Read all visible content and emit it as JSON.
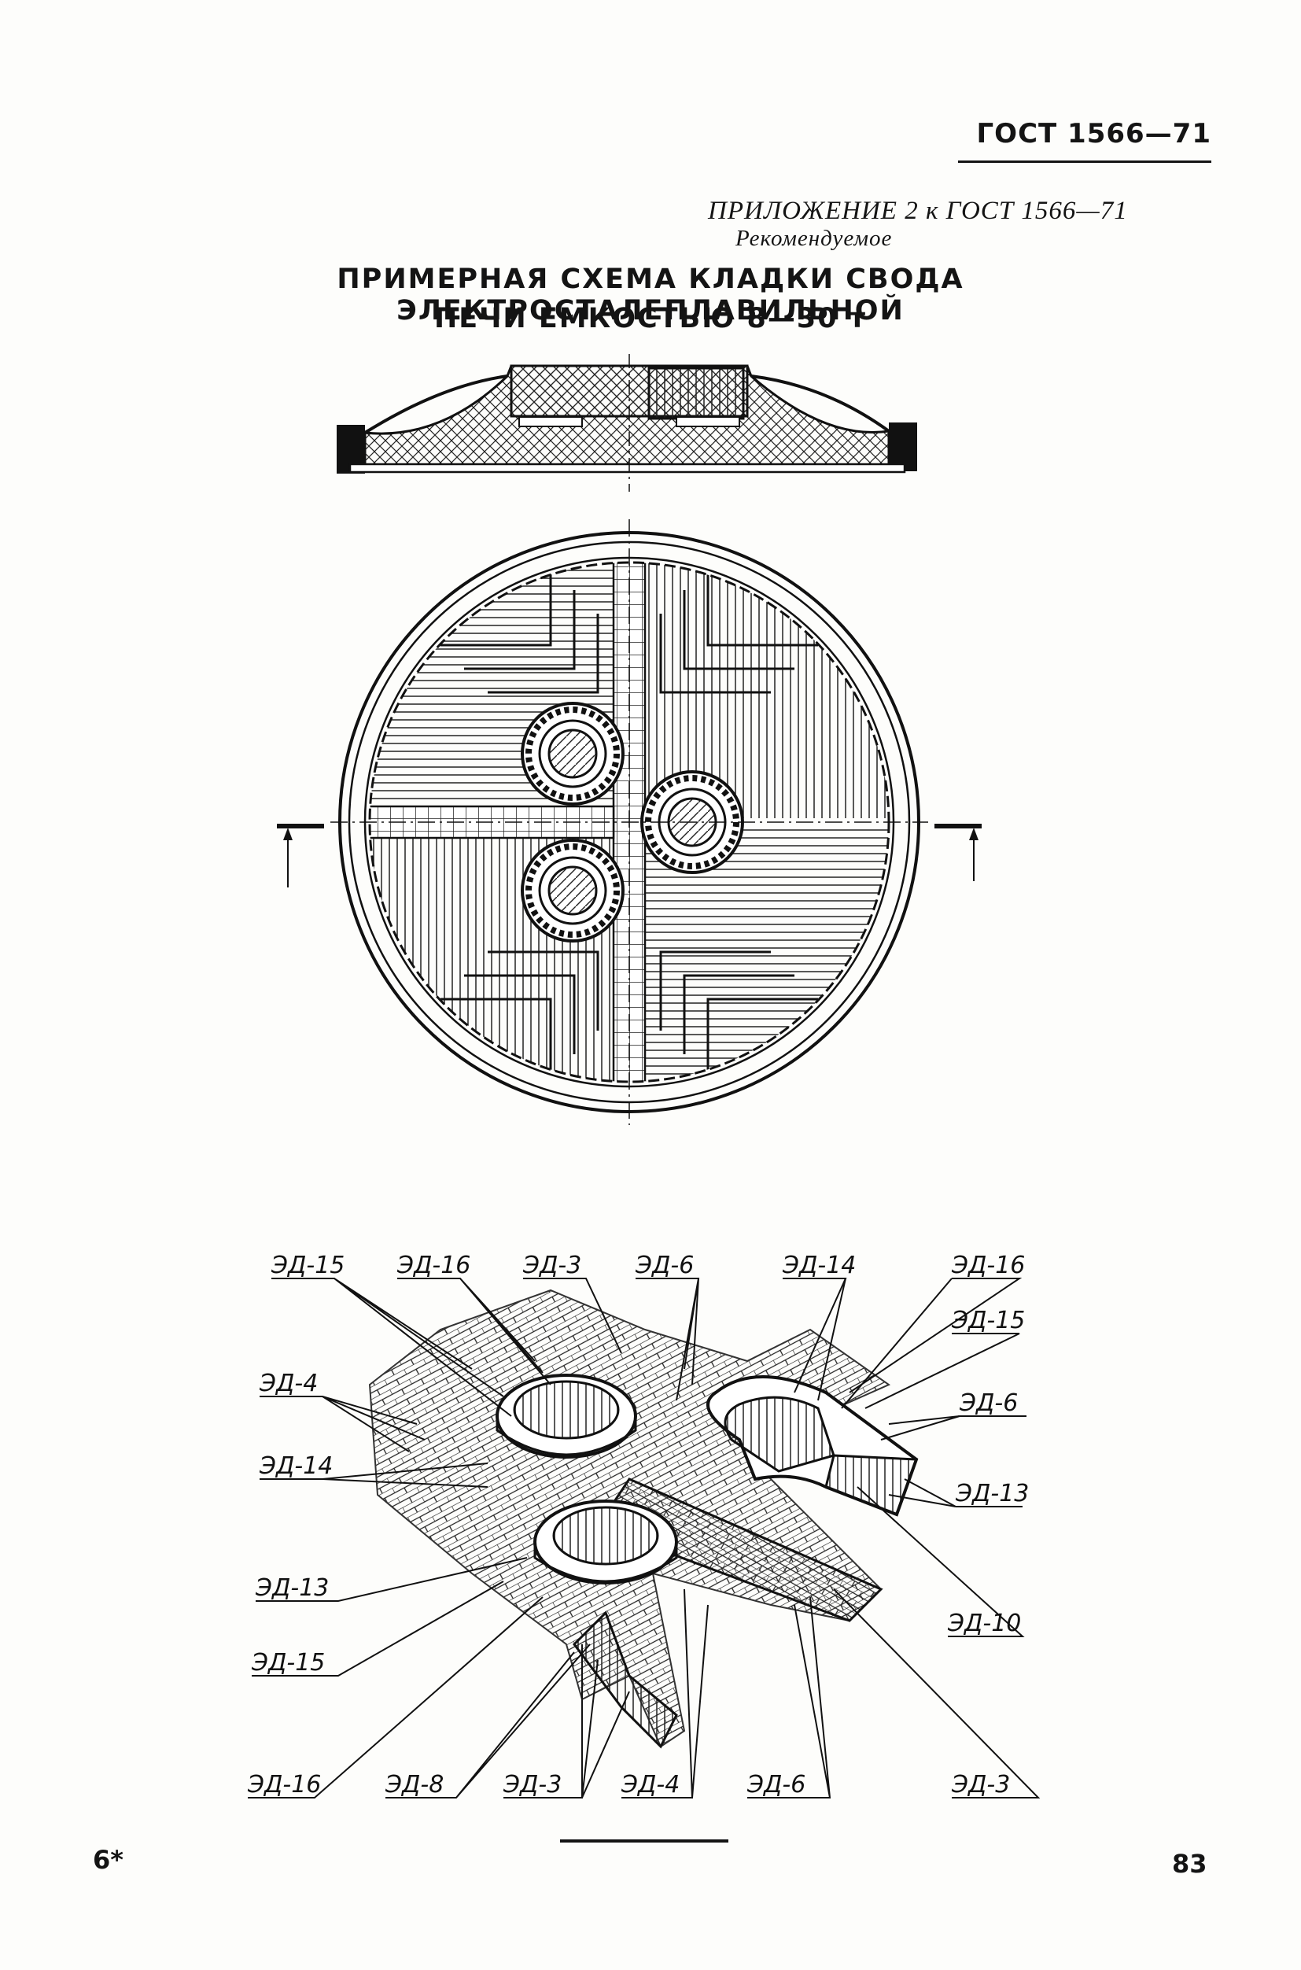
{
  "header": {
    "standard": "ГОСТ 1566—71"
  },
  "appendix": {
    "title": "ПРИЛОЖЕНИЕ 2 к ГОСТ 1566—71",
    "status": "Рекомендуемое"
  },
  "title": {
    "line1": "ПРИМЕРНАЯ СХЕМА КЛАДКИ СВОДА ЭЛЕКТРОСТАЛЕПЛАВИЛЬНОЙ",
    "line2": "ПЕЧИ ЕМКОСТЬЮ 8—30 т"
  },
  "callouts": [
    {
      "label": "ЭД-15"
    },
    {
      "label": "ЭД-16"
    },
    {
      "label": "ЭД-3"
    },
    {
      "label": "ЭД-6"
    },
    {
      "label": "ЭД-14"
    },
    {
      "label": "ЭД-16"
    },
    {
      "label": "ЭД-15"
    },
    {
      "label": "ЭД-4"
    },
    {
      "label": "ЭД-6"
    },
    {
      "label": "ЭД-14"
    },
    {
      "label": "ЭД-13"
    },
    {
      "label": "ЭД-13"
    },
    {
      "label": "ЭД-10"
    },
    {
      "label": "ЭД-15"
    },
    {
      "label": "ЭД-16"
    },
    {
      "label": "ЭД-8"
    },
    {
      "label": "ЭД-3"
    },
    {
      "label": "ЭД-4"
    },
    {
      "label": "ЭД-6"
    },
    {
      "label": "ЭД-3"
    }
  ],
  "footer": {
    "signature": "6*",
    "page": "83"
  }
}
